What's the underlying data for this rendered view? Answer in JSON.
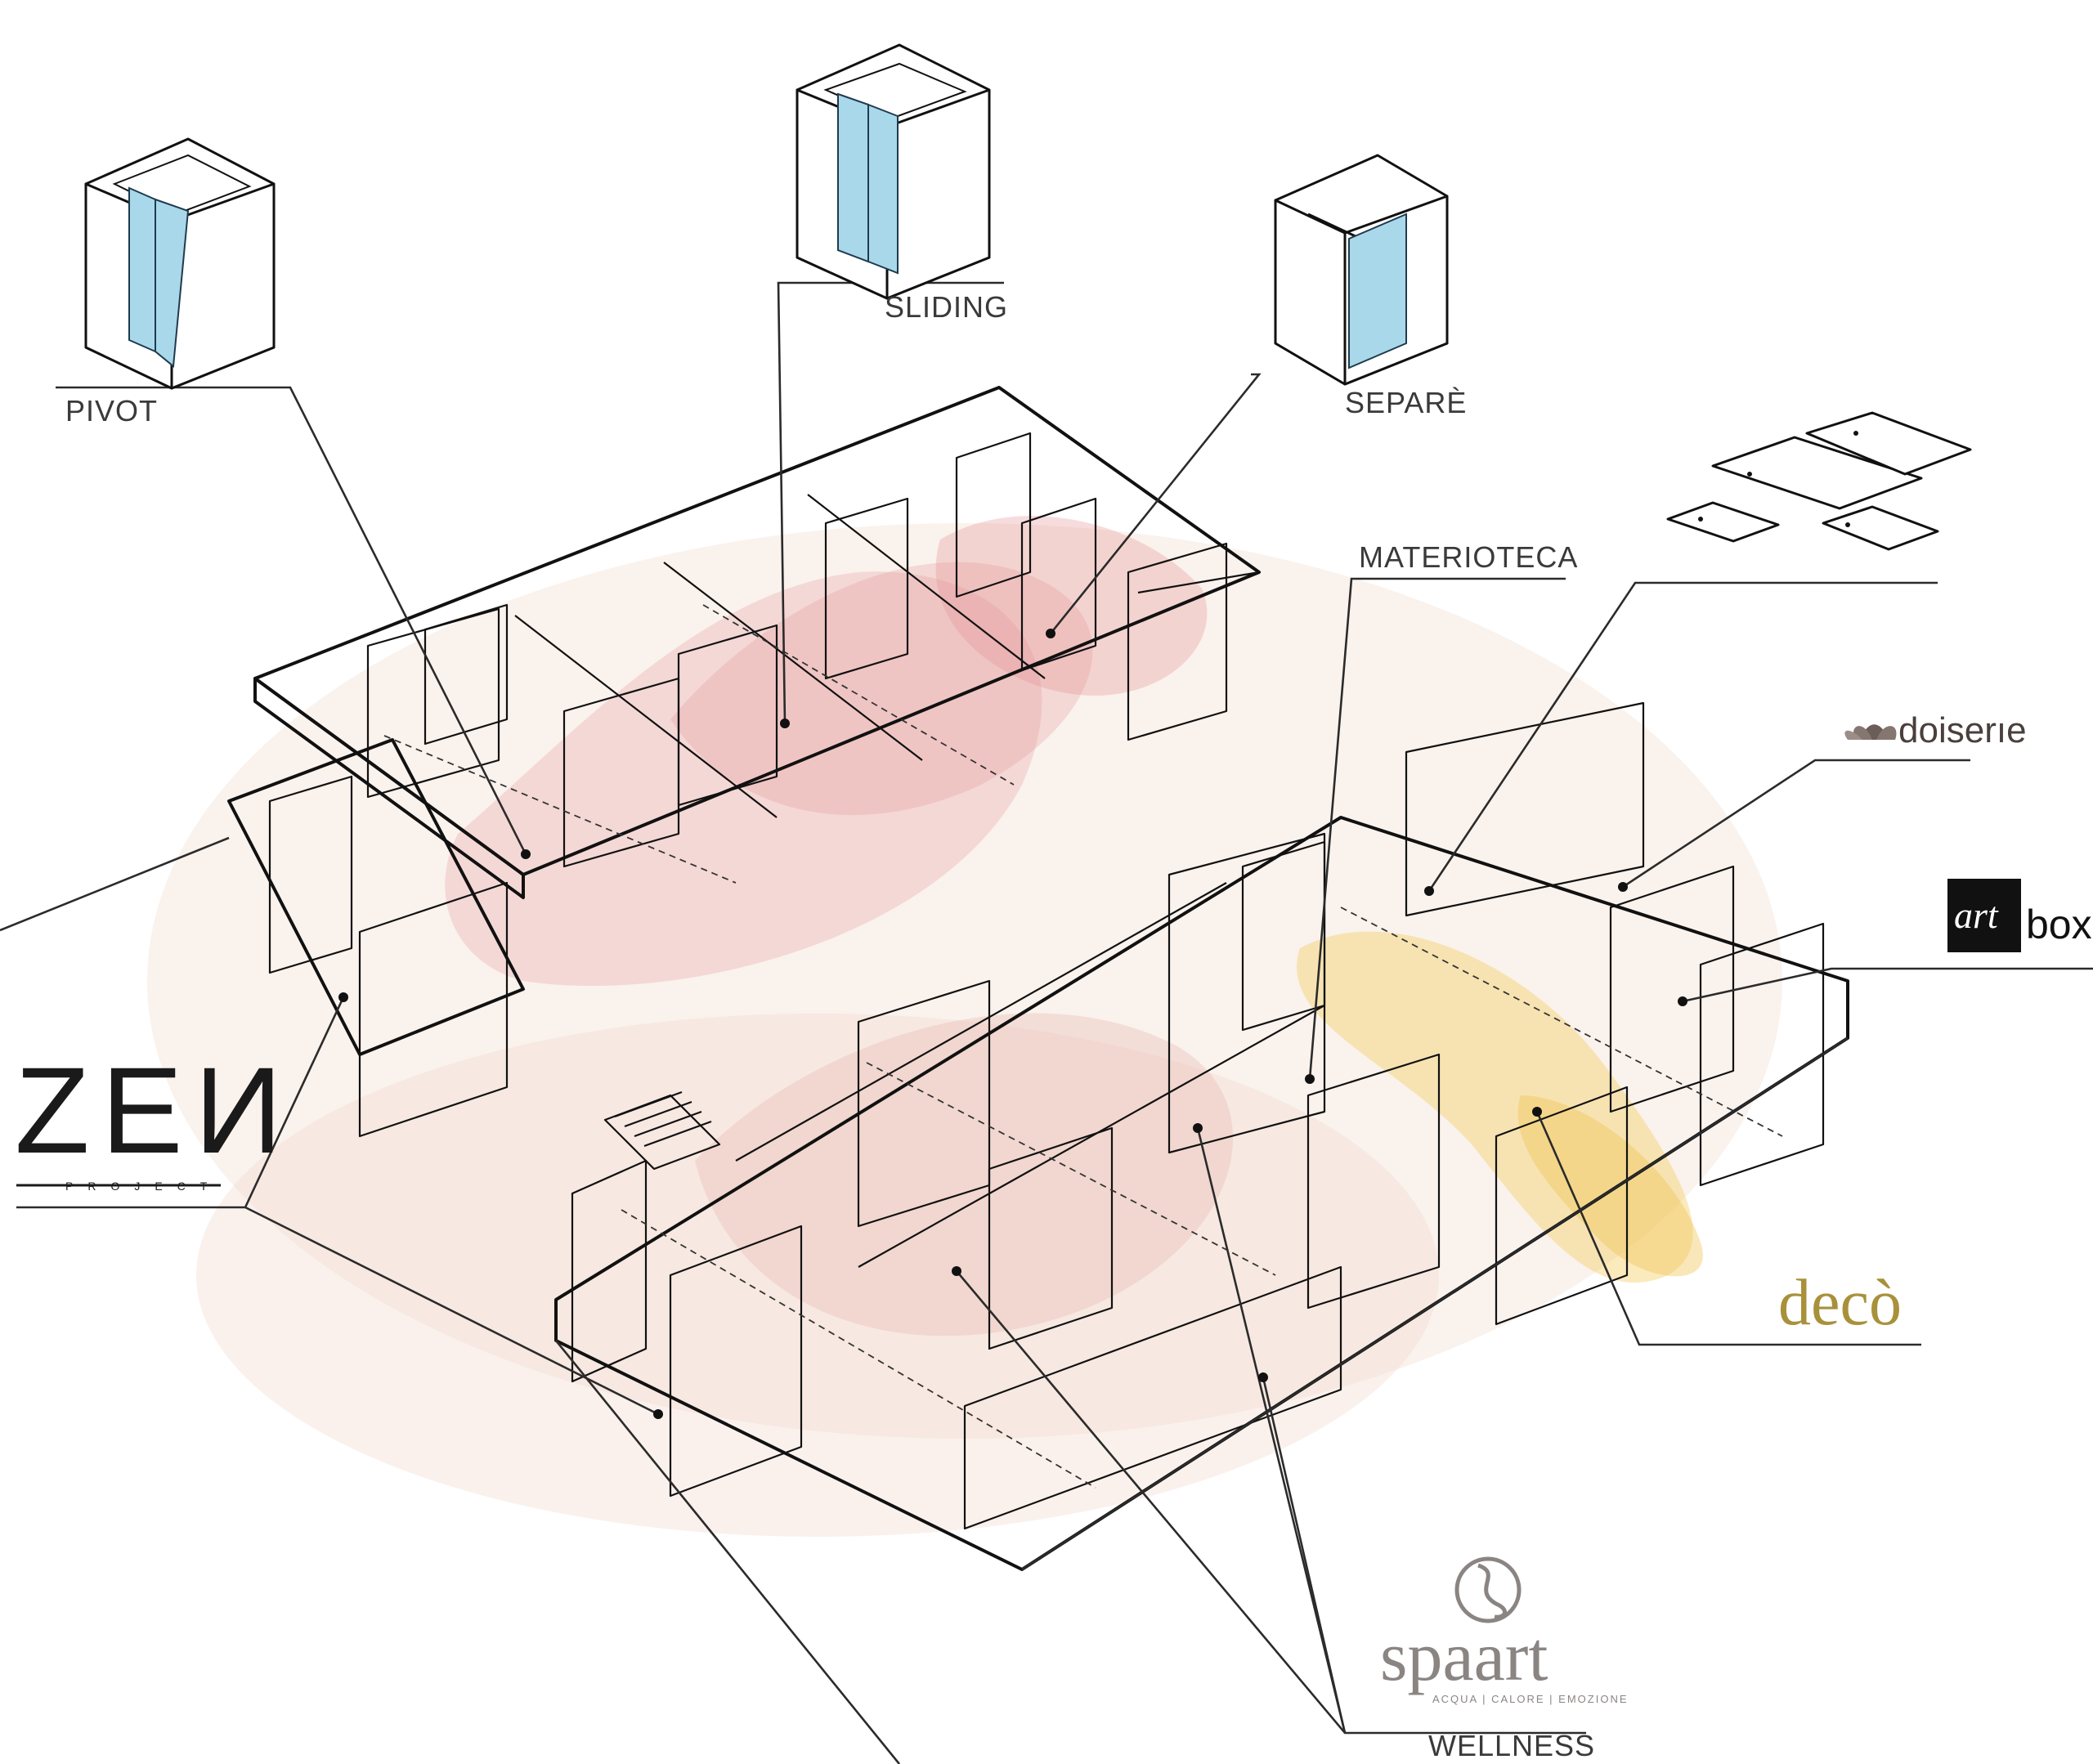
{
  "labels": {
    "pivot": "PIVOT",
    "sliding": "SLIDING",
    "separe": "SEPARÈ",
    "materioteca": "MATERIOTECA",
    "wellness": "WELLNESS"
  },
  "brands": {
    "zen": {
      "word": "ZEИ",
      "sub": "PROJECT"
    },
    "doiserie": "doiserıe",
    "artbox": {
      "box_word": "art",
      "suffix": "box"
    },
    "deco": "decò",
    "spaart": {
      "word": "spaart",
      "tagline": "ACQUA | CALORE | EMOZIONE"
    }
  },
  "colors": {
    "glass": "#a9d8ea",
    "zone_rose": "#e9a3a5",
    "zone_blush": "#f2d3c6",
    "zone_gold": "#f4d06a",
    "deco_gold": "#a8913a",
    "spaart_grey": "#8a8582",
    "line": "#2b2b2b"
  },
  "icons": [
    "pivot-shower-icon",
    "sliding-shower-icon",
    "separe-shower-icon",
    "shower-tray-icon",
    "doiserie-lotus-icon",
    "spaart-swirl-icon"
  ]
}
